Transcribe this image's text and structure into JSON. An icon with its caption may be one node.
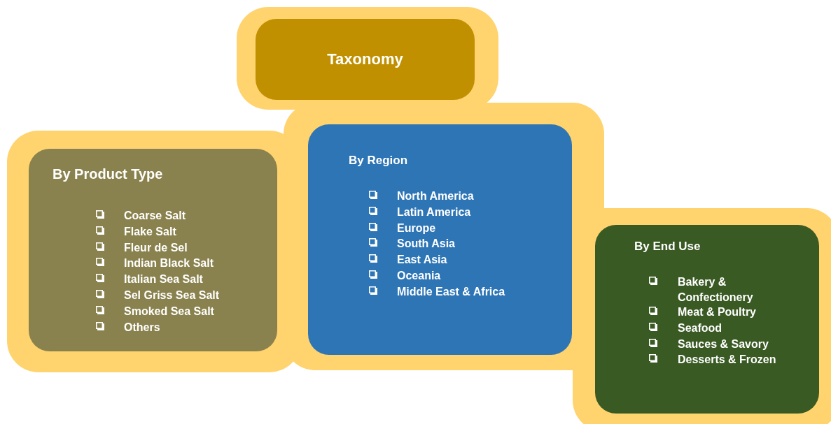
{
  "diagram": {
    "nodes": [
      {
        "text": [
          "Taxonomy"
        ]
      },
      {
        "text": [
          "By Product Type",
          "Coarse Salt",
          "Flake Salt",
          "Fleur de Sel",
          "Indian Black Salt",
          "Italian Sea Salt",
          "Sel Griss Sea Salt",
          "Smoked Sea Salt",
          "Others"
        ]
      },
      {
        "text": [
          "By Region",
          "North America",
          "Latin America",
          "Europe",
          "South Asia",
          "East Asia",
          "Oceania",
          "Middle East & Africa"
        ]
      },
      {
        "text": [
          "By End Use",
          "Bakery & Confectionery",
          "Meat & Poultry",
          "Seafood",
          "Sauces & Savory",
          "Desserts & Frozen"
        ]
      }
    ]
  }
}
